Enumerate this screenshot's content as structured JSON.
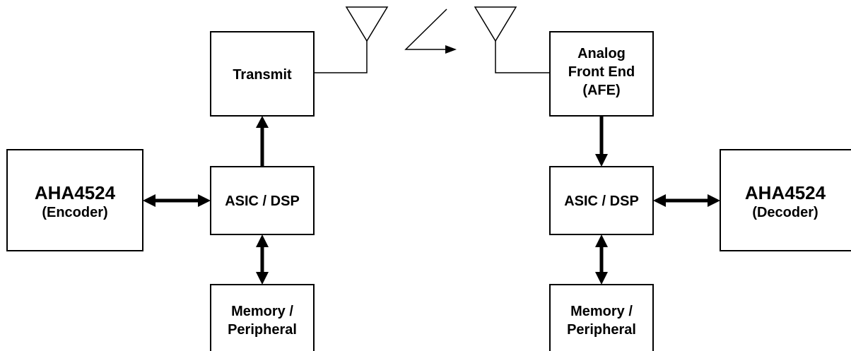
{
  "diagram": {
    "colors": {
      "stroke": "#000000",
      "background": "#ffffff"
    },
    "transmitter": {
      "transmit": "Transmit",
      "asic": "ASIC / DSP",
      "encoder_name": "AHA4524",
      "encoder_role": "(Encoder)",
      "memory_line1": "Memory /",
      "memory_line2": "Peripheral"
    },
    "receiver": {
      "afe_line1": "Analog",
      "afe_line2": "Front End",
      "afe_line3": "(AFE)",
      "asic": "ASIC / DSP",
      "decoder_name": "AHA4524",
      "decoder_role": "(Decoder)",
      "memory_line1": "Memory /",
      "memory_line2": "Peripheral"
    },
    "icons": {
      "tx_antenna": "antenna-icon",
      "rx_antenna": "antenna-icon",
      "wireless_link": "wireless-link-icon"
    }
  }
}
